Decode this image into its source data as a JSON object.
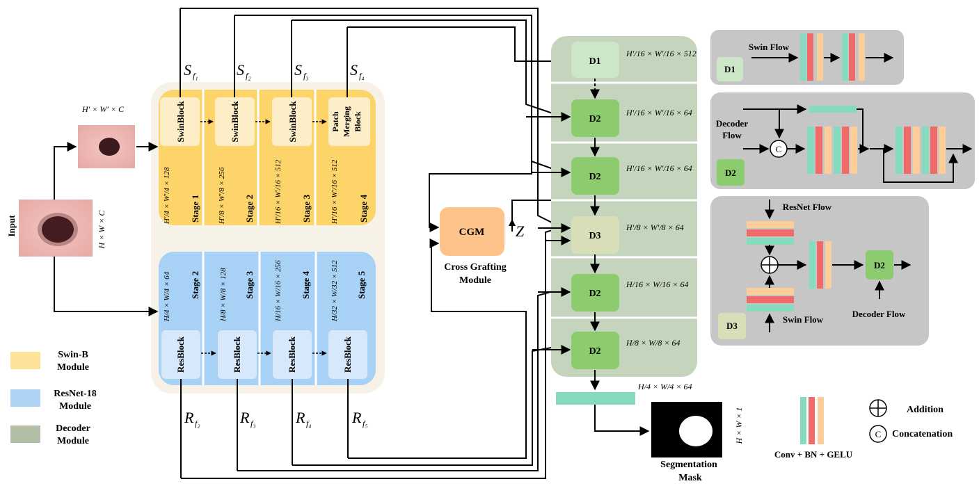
{
  "input_label": "Input",
  "input_dims": "H × W × C",
  "downsampled_dims": "H′ × W′ × C",
  "swin_stages": [
    {
      "block": "SwinBlock",
      "stage": "Stage 1",
      "dims": "H′/4 × W′/4 × 128",
      "feature": "Sf1"
    },
    {
      "block": "SwinBlock",
      "stage": "Stage 2",
      "dims": "H′/8 × W′/8 × 256",
      "feature": "Sf2"
    },
    {
      "block": "SwinBlock",
      "stage": "Stage 3",
      "dims": "H′/16 × W′/16 × 512",
      "feature": "Sf3"
    },
    {
      "block": "Patch Merging Block",
      "stage": "Stage 4",
      "dims": "H′/16 × W′/16 × 512",
      "feature": "Sf4"
    }
  ],
  "resnet_stages": [
    {
      "block": "ResBlock",
      "stage": "Stage 2",
      "dims": "H/4 × W/4 × 64",
      "feature": "Rf2"
    },
    {
      "block": "ResBlock",
      "stage": "Stage 3",
      "dims": "H/8 × W/8 × 128",
      "feature": "Rf3"
    },
    {
      "block": "ResBlock",
      "stage": "Stage 4",
      "dims": "H/16 × W/16 × 256",
      "feature": "Rf4"
    },
    {
      "block": "ResBlock",
      "stage": "Stage 5",
      "dims": "H/32 × W/32 × 512",
      "feature": "Rf5"
    }
  ],
  "cgm": {
    "label": "CGM",
    "caption_line1": "Cross Grafting",
    "caption_line2": "Module",
    "output": "Z"
  },
  "decoder_blocks": [
    {
      "label": "D1",
      "dims": "H′/16 × W′/16 × 512"
    },
    {
      "label": "D2",
      "dims": "H′/16 × W′/16 × 64"
    },
    {
      "label": "D2",
      "dims": "H′/16 × W′/16 × 64"
    },
    {
      "label": "D3",
      "dims": "H′/8 × W′/8 × 64"
    },
    {
      "label": "D2",
      "dims": "H/16 × W/16 × 64"
    },
    {
      "label": "D2",
      "dims": "H/8 × W/8 × 64"
    }
  ],
  "final_dims": "H/4 × W/4 × 64",
  "mask_dims": "H × W × 1",
  "mask_caption_line1": "Segmentation",
  "mask_caption_line2": "Mask",
  "legend": [
    {
      "label_line1": "Swin-B",
      "label_line2": "Module",
      "color": "#fde39a"
    },
    {
      "label_line1": "ResNet-18",
      "label_line2": "Module",
      "color": "#aed3f5"
    },
    {
      "label_line1": "Decoder",
      "label_line2": "Module",
      "color": "#b2bfa6"
    }
  ],
  "detail_d1": {
    "tag": "D1",
    "flow": "Swin Flow"
  },
  "detail_d2": {
    "tag": "D2",
    "flow_line1": "Decoder",
    "flow_line2": "Flow"
  },
  "detail_d3": {
    "tag": "D3",
    "resnet_flow": "ResNet Flow",
    "swin_flow": "Swin Flow",
    "decoder_flow": "Decoder Flow",
    "d2": "D2"
  },
  "symbols": {
    "addition": "Addition",
    "concatenation": "Concatenation",
    "conv": "Conv + BN + GELU",
    "concat_glyph": "C"
  },
  "colors": {
    "swin": "#fdd46a",
    "resnet": "#a8d1f6",
    "decoder_bg": "#c5d5bd",
    "d1": "#cde6c7",
    "d2": "#8ccc6e",
    "d3": "#d8dfb8",
    "cgm": "#fdc38b",
    "teal": "#86dbbf",
    "red": "#f16a6a",
    "peach": "#fccd99"
  }
}
